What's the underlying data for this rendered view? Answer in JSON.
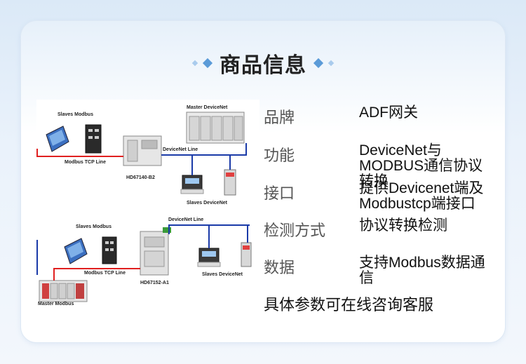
{
  "header": {
    "title": "商品信息"
  },
  "diagram": {
    "top": {
      "slaves_modbus": "Slaves Modbus",
      "master_devicenet": "Master DeviceNet",
      "devicenet_line": "DeviceNet Line",
      "modbus_tcp_line": "Modbus TCP Line",
      "model": "HD67140-B2",
      "slaves_devicenet": "Slaves DeviceNet"
    },
    "bottom": {
      "slaves_modbus": "Slaves Modbus",
      "devicenet_line": "DeviceNet Line",
      "modbus_tcp_line": "Modbus TCP Line",
      "model": "HD67152-A1",
      "slaves_devicenet": "Slaves DeviceNet",
      "master_modbus": "Master Modbus"
    }
  },
  "specs": [
    {
      "key": "品牌",
      "value": "ADF网关"
    },
    {
      "key": "功能",
      "value": "DeviceNet与MODBUS通信协议转换"
    },
    {
      "key": "接口",
      "value": "提供Devicenet端及Modbustcp端接口"
    },
    {
      "key": "检测方式",
      "value": "协议转换检测"
    },
    {
      "key": "数据",
      "value": "支持Modbus数据通信"
    }
  ],
  "footer": "具体参数可在线咨询客服"
}
